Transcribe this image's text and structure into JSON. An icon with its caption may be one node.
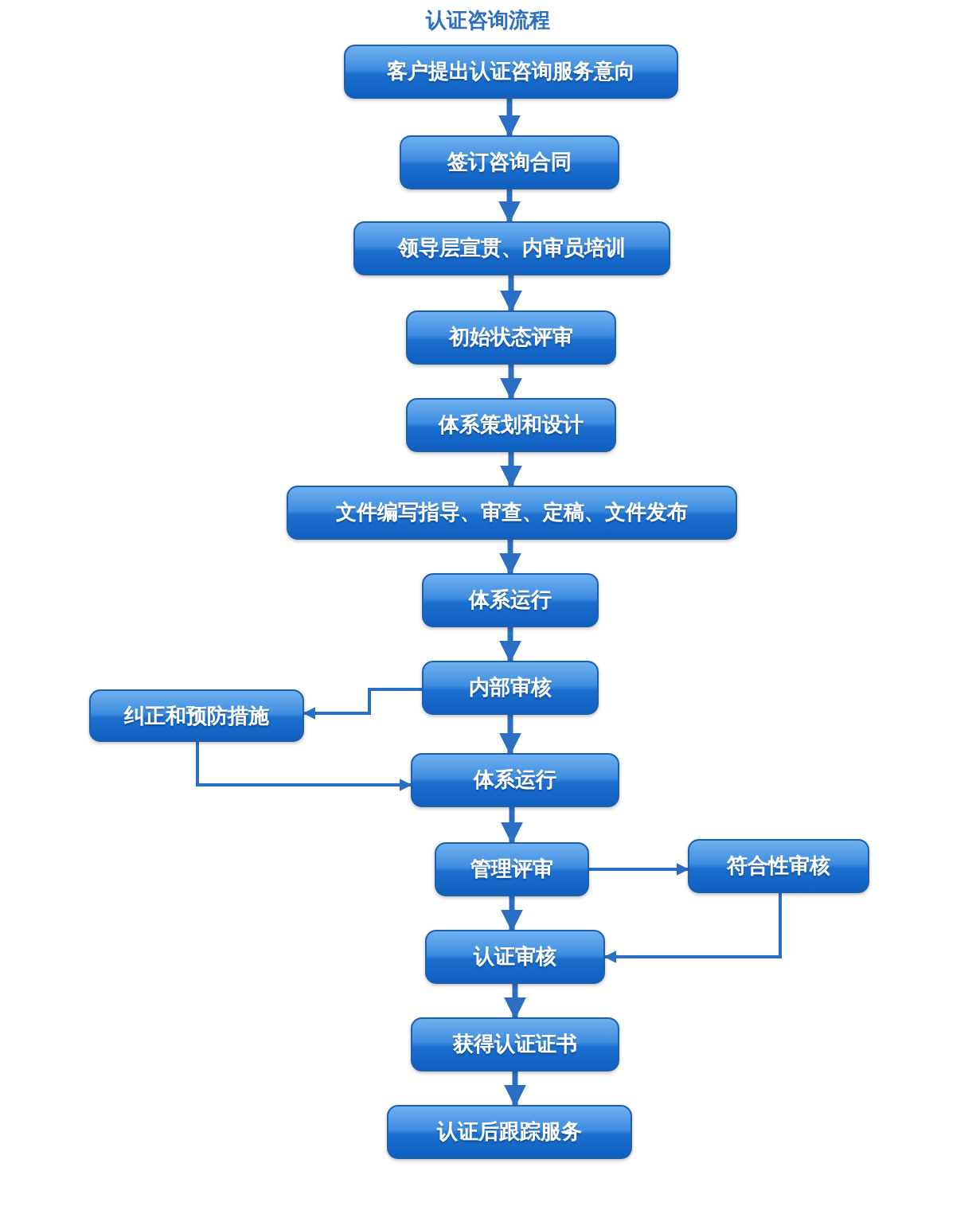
{
  "diagram": {
    "title": "认证咨询流程",
    "nodes": [
      {
        "text": [
          "客户提出认证咨询服务意向"
        ]
      },
      {
        "text": [
          "签订咨询合同"
        ]
      },
      {
        "text": [
          "领导层宣贯、内审员培训"
        ]
      },
      {
        "text": [
          "初始状态评审"
        ]
      },
      {
        "text": [
          "体系策划和设计"
        ]
      },
      {
        "text": [
          "文件编写指导、审查、定稿、文件发布"
        ]
      },
      {
        "text": [
          "体系运行"
        ]
      },
      {
        "text": [
          "内部审核"
        ]
      },
      {
        "text": [
          "纠正和预防措施"
        ]
      },
      {
        "text": [
          "体系运行"
        ]
      },
      {
        "text": [
          "管理评审"
        ]
      },
      {
        "text": [
          "符合性审核"
        ]
      },
      {
        "text": [
          "认证审核"
        ]
      },
      {
        "text": [
          "获得认证证书"
        ]
      },
      {
        "text": [
          "认证后跟踪服务"
        ]
      }
    ],
    "edges": [
      {
        "from": 0,
        "to": 1,
        "arrow": "to"
      },
      {
        "from": 1,
        "to": 2,
        "arrow": "to"
      },
      {
        "from": 2,
        "to": 3,
        "arrow": "to"
      },
      {
        "from": 3,
        "to": 4,
        "arrow": "to"
      },
      {
        "from": 4,
        "to": 5,
        "arrow": "to"
      },
      {
        "from": 5,
        "to": 6,
        "arrow": "to"
      },
      {
        "from": 6,
        "to": 7,
        "arrow": "to"
      },
      {
        "from": 7,
        "to": 8,
        "arrow": "to"
      },
      {
        "from": 7,
        "to": 9,
        "arrow": "to"
      },
      {
        "from": 8,
        "to": 9,
        "arrow": "to"
      },
      {
        "from": 9,
        "to": 10,
        "arrow": "to"
      },
      {
        "from": 10,
        "to": 11,
        "arrow": "to"
      },
      {
        "from": 10,
        "to": 12,
        "arrow": "to"
      },
      {
        "from": 11,
        "to": 12,
        "arrow": "to"
      },
      {
        "from": 12,
        "to": 13,
        "arrow": "to"
      },
      {
        "from": 13,
        "to": 14,
        "arrow": "to"
      }
    ]
  }
}
